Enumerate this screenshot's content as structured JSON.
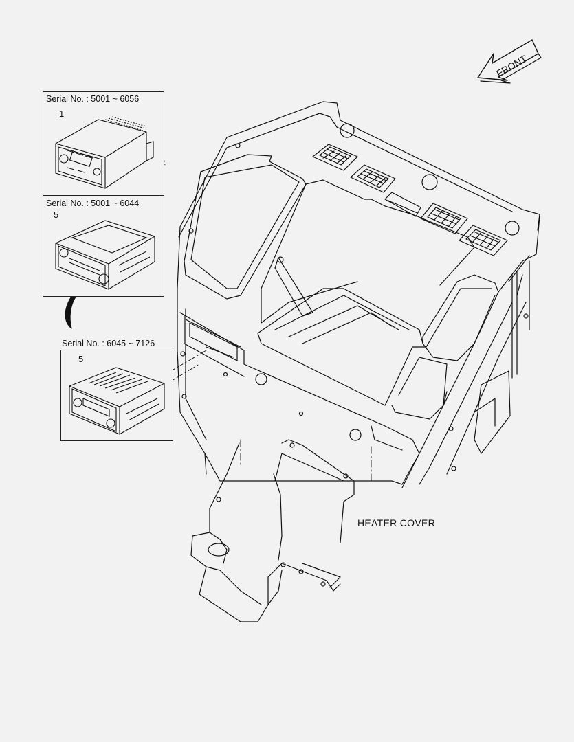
{
  "front_arrow": {
    "label": "FRONT",
    "icon": "front-direction-arrow-icon"
  },
  "variants": [
    {
      "serial_label": "Serial No.  : 5001 ~ 6056",
      "part_number": "1"
    },
    {
      "serial_label": "Serial No.  : 5001 ~ 6044",
      "part_number": "5"
    },
    {
      "serial_label": "Serial No.  : 6045 ~ 7126",
      "part_number": "5"
    }
  ],
  "callouts": {
    "heater_cover": "HEATER COVER"
  },
  "colors": {
    "background": "#f2f2f2",
    "line": "#111111"
  }
}
